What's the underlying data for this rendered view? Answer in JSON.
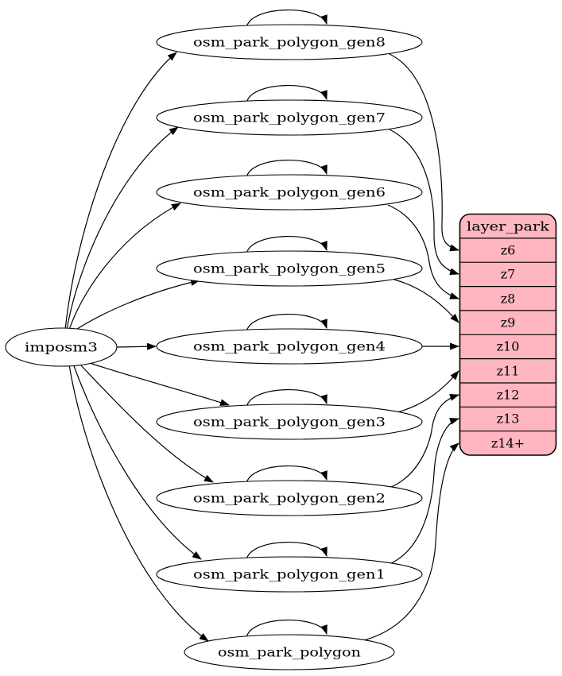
{
  "diagram": {
    "source": "imposm3",
    "generalized_tables": [
      "osm_park_polygon_gen8",
      "osm_park_polygon_gen7",
      "osm_park_polygon_gen6",
      "osm_park_polygon_gen5",
      "osm_park_polygon_gen4",
      "osm_park_polygon_gen3",
      "osm_park_polygon_gen2",
      "osm_park_polygon_gen1",
      "osm_park_polygon"
    ],
    "layer_table": {
      "header": "layer_park",
      "zoom_rows": [
        "z6",
        "z7",
        "z8",
        "z9",
        "z10",
        "z11",
        "z12",
        "z13",
        "z14+"
      ]
    },
    "edges": {
      "from_source": [
        {
          "from": "imposm3",
          "to": "osm_park_polygon_gen8"
        },
        {
          "from": "imposm3",
          "to": "osm_park_polygon_gen7"
        },
        {
          "from": "imposm3",
          "to": "osm_park_polygon_gen6"
        },
        {
          "from": "imposm3",
          "to": "osm_park_polygon_gen5"
        },
        {
          "from": "imposm3",
          "to": "osm_park_polygon_gen4"
        },
        {
          "from": "imposm3",
          "to": "osm_park_polygon_gen3"
        },
        {
          "from": "imposm3",
          "to": "osm_park_polygon_gen2"
        },
        {
          "from": "imposm3",
          "to": "osm_park_polygon_gen1"
        },
        {
          "from": "imposm3",
          "to": "osm_park_polygon"
        }
      ],
      "self_loops": [
        "osm_park_polygon_gen8",
        "osm_park_polygon_gen7",
        "osm_park_polygon_gen6",
        "osm_park_polygon_gen5",
        "osm_park_polygon_gen4",
        "osm_park_polygon_gen3",
        "osm_park_polygon_gen2",
        "osm_park_polygon_gen1",
        "osm_park_polygon"
      ],
      "to_layer": [
        {
          "from": "osm_park_polygon_gen8",
          "to": "z6"
        },
        {
          "from": "osm_park_polygon_gen7",
          "to": "z7"
        },
        {
          "from": "osm_park_polygon_gen6",
          "to": "z8"
        },
        {
          "from": "osm_park_polygon_gen5",
          "to": "z9"
        },
        {
          "from": "osm_park_polygon_gen4",
          "to": "z10"
        },
        {
          "from": "osm_park_polygon_gen3",
          "to": "z11"
        },
        {
          "from": "osm_park_polygon_gen2",
          "to": "z12"
        },
        {
          "from": "osm_park_polygon_gen1",
          "to": "z13"
        },
        {
          "from": "osm_park_polygon",
          "to": "z14+"
        }
      ]
    },
    "colors": {
      "table_fill": "#ffb6c1",
      "node_fill": "#ffffff",
      "stroke": "#000000",
      "background": "#ffffff"
    }
  }
}
